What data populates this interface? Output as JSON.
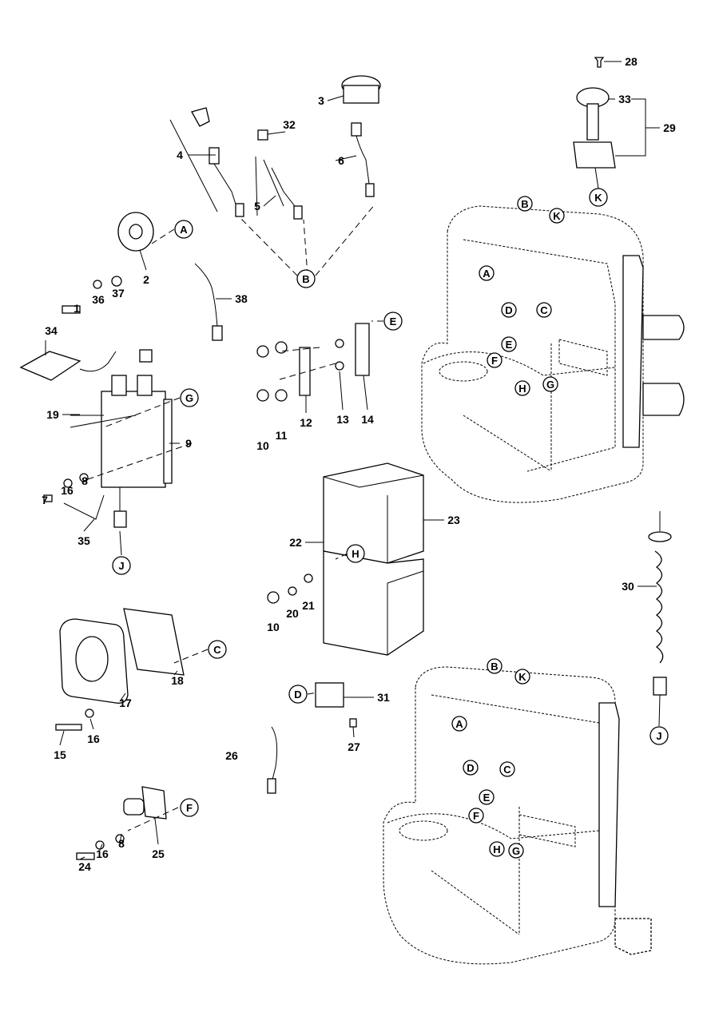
{
  "callouts": [
    "28",
    "3",
    "33",
    "29",
    "32",
    "4",
    "6",
    "5",
    "2",
    "38",
    "1",
    "36",
    "37",
    "34",
    "19",
    "9",
    "7",
    "16",
    "8",
    "12",
    "13",
    "14",
    "10",
    "11",
    "35",
    "23",
    "22",
    "10",
    "20",
    "21",
    "18",
    "17",
    "15",
    "16",
    "31",
    "27",
    "26",
    "25",
    "24",
    "16",
    "8",
    "30"
  ],
  "letter_callouts": [
    "A",
    "B",
    "E",
    "G",
    "J",
    "H",
    "C",
    "D",
    "F",
    "J",
    "K"
  ],
  "frame_top_letters": [
    "B",
    "K",
    "A",
    "D",
    "C",
    "E",
    "F",
    "H",
    "G"
  ],
  "frame_bottom_letters": [
    "B",
    "K",
    "A",
    "D",
    "C",
    "E",
    "F",
    "H",
    "G"
  ]
}
